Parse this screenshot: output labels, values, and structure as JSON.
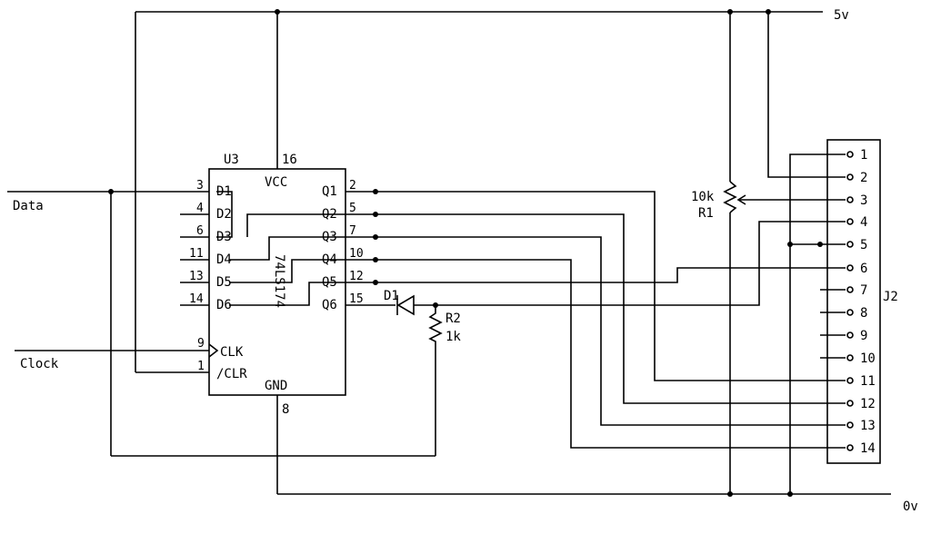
{
  "rails": {
    "vcc": "5v",
    "gnd": "0v"
  },
  "inputs": {
    "data": "Data",
    "clock": "Clock"
  },
  "ic": {
    "ref": "U3",
    "part": "74LS174",
    "vcc_label": "VCC",
    "vcc_pin": "16",
    "gnd_label": "GND",
    "gnd_pin": "8",
    "clk": {
      "label": "CLK",
      "pin": "9"
    },
    "clr": {
      "label": "/CLR",
      "pin": "1"
    },
    "inputs": [
      {
        "label": "D1",
        "pin": "3"
      },
      {
        "label": "D2",
        "pin": "4"
      },
      {
        "label": "D3",
        "pin": "6"
      },
      {
        "label": "D4",
        "pin": "11"
      },
      {
        "label": "D5",
        "pin": "13"
      },
      {
        "label": "D6",
        "pin": "14"
      }
    ],
    "outputs": [
      {
        "label": "Q1",
        "pin": "2"
      },
      {
        "label": "Q2",
        "pin": "5"
      },
      {
        "label": "Q3",
        "pin": "7"
      },
      {
        "label": "Q4",
        "pin": "10"
      },
      {
        "label": "Q5",
        "pin": "12"
      },
      {
        "label": "Q6",
        "pin": "15"
      }
    ]
  },
  "diode": {
    "ref": "D1"
  },
  "r2": {
    "ref": "R2",
    "value": "1k"
  },
  "r1": {
    "ref": "R1",
    "value": "10k"
  },
  "connector": {
    "ref": "J2",
    "pins": [
      "1",
      "2",
      "3",
      "4",
      "5",
      "6",
      "7",
      "8",
      "9",
      "10",
      "11",
      "12",
      "13",
      "14"
    ]
  }
}
